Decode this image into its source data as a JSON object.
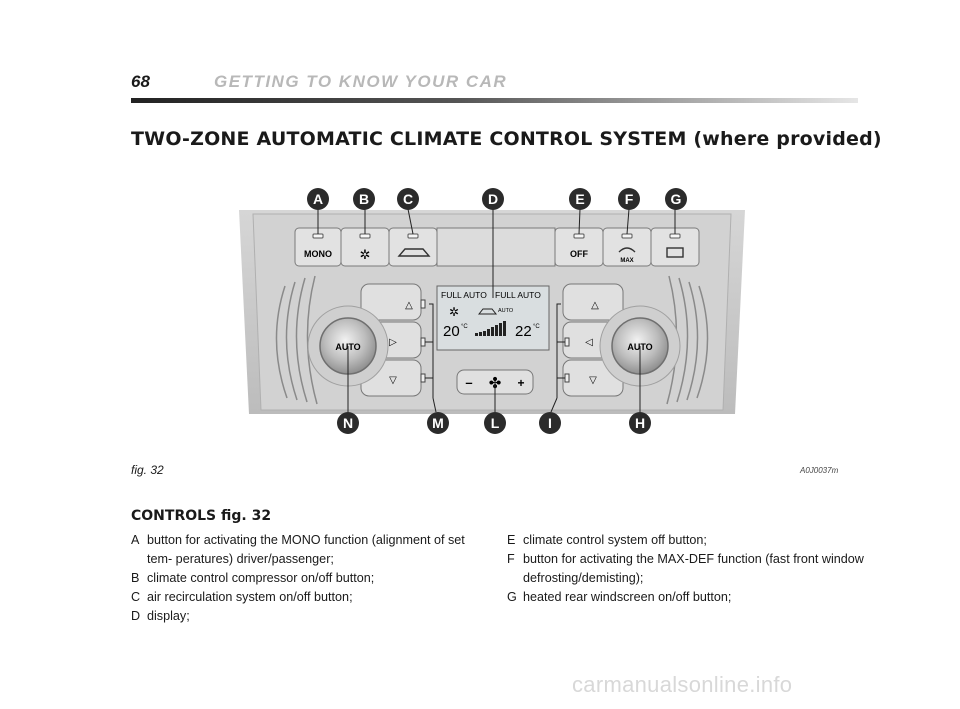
{
  "header": {
    "page_number": "68",
    "running_title": "GETTING TO KNOW YOUR CAR"
  },
  "section_title": "TWO-ZONE AUTOMATIC CLIMATE CONTROL SYSTEM (where provided)",
  "figure": {
    "callouts_top": [
      "A",
      "B",
      "C",
      "D",
      "E",
      "F",
      "G"
    ],
    "callouts_bottom": [
      "N",
      "M",
      "L",
      "I",
      "H"
    ],
    "labels": {
      "mono": "MONO",
      "off": "OFF",
      "max": "MAX",
      "auto_left": "AUTO",
      "auto_right": "AUTO",
      "full_auto_left": "FULL AUTO",
      "full_auto_right": "FULL AUTO",
      "auto_small": "AUTO",
      "temp_left": "20",
      "temp_right": "22",
      "temp_unit": "°C",
      "fan_minus": "–",
      "fan_plus": "+"
    },
    "caption": "fig. 32",
    "code": "A0J0037m"
  },
  "controls": {
    "heading": "CONTROLS fig. 32",
    "left_items": [
      {
        "key": "A",
        "text": "button for activating the MONO function (alignment of set tem- peratures) driver/passenger;"
      },
      {
        "key": "B",
        "text": "climate control compressor on/off button;"
      },
      {
        "key": "C",
        "text": "air recirculation system on/off button;"
      },
      {
        "key": "D",
        "text": "display;"
      }
    ],
    "right_items": [
      {
        "key": "E",
        "text": "climate control system off button;"
      },
      {
        "key": "F",
        "text": "button for activating the MAX-DEF function (fast front window defrosting/demisting);"
      },
      {
        "key": "G",
        "text": "heated rear windscreen on/off button;"
      }
    ]
  },
  "watermark": "carmanualsonline.info",
  "colors": {
    "callout_fill": "#2b2b2b",
    "panel_grey": "#c8c8c8",
    "display_bg": "#d9dee0",
    "watermark": "#d8d8d8"
  }
}
